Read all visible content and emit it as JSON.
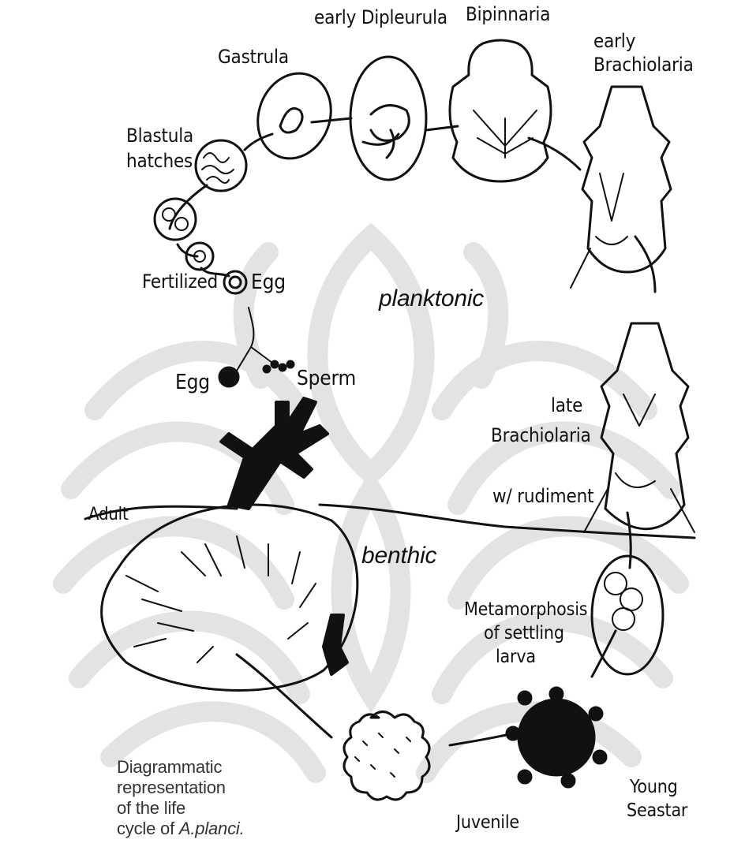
{
  "stages": {
    "early_dipleurula": "early Dipleurula",
    "bipinnaria": "Bipinnaria",
    "early_brachiolaria_1": "early",
    "early_brachiolaria_2": "Brachiolaria",
    "gastrula": "Gastrula",
    "blastula_1": "Blastula",
    "blastula_2": "hatches",
    "fertilized": "Fertilized",
    "egg_top": "Egg",
    "egg": "Egg",
    "sperm": "Sperm",
    "late_brachiolaria_1": "late",
    "late_brachiolaria_2": "Brachiolaria",
    "late_brachiolaria_3": "w/ rudiment",
    "adult": "Adult",
    "metamorphosis_1": "Metamorphosis",
    "metamorphosis_2": "of settling",
    "metamorphosis_3": "larva",
    "young_seastar_1": "Young",
    "young_seastar_2": "Seastar",
    "juvenile": "Juvenile"
  },
  "zones": {
    "planktonic": "planktonic",
    "benthic": "benthic"
  },
  "caption": {
    "line1": "Diagrammatic",
    "line2": "representation",
    "line3": "of the life",
    "line4_prefix": "cycle of ",
    "line4_species": "A.planci."
  },
  "colors": {
    "ink": "#111111",
    "watermark": "#e3e3e3",
    "caption": "#333333"
  }
}
